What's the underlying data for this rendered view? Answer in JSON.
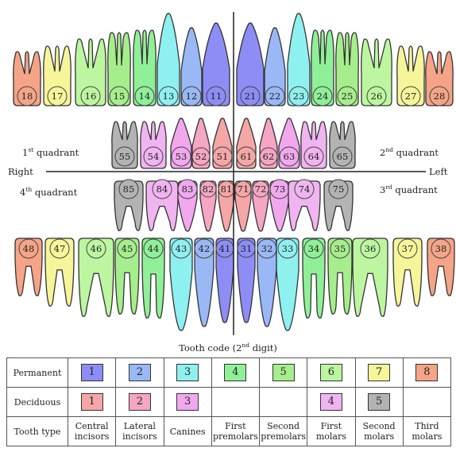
{
  "labels": {
    "right": "Right",
    "left": "Left",
    "q1": "1",
    "q1_sup": "st",
    "q1_tail": " quadrant",
    "q2": "2",
    "q2_sup": "nd",
    "q2_tail": " quadrant",
    "q3": "3",
    "q3_sup": "rd",
    "q3_tail": " quadrant",
    "q4": "4",
    "q4_sup": "th",
    "q4_tail": " quadrant"
  },
  "colors": {
    "central_incisor": "#8d8df5",
    "lateral_incisor": "#99b8f5",
    "canine": "#8ff0f0",
    "first_premolar": "#8ff098",
    "second_premolar": "#a6ee8c",
    "first_molar": "#bdf6a0",
    "second_molar": "#f6f59a",
    "third_molar": "#f5a488",
    "dec_central_incisor": "#f5a6a6",
    "dec_lateral_incisor": "#f5a6c4",
    "dec_canine": "#f2a8ee",
    "dec_first_molar": "#f0b4f0",
    "dec_second_molar": "#b3b3b3"
  },
  "upper_permanent": [
    {
      "code": "18",
      "type": "third_molar"
    },
    {
      "code": "17",
      "type": "second_molar"
    },
    {
      "code": "16",
      "type": "first_molar"
    },
    {
      "code": "15",
      "type": "second_premolar"
    },
    {
      "code": "14",
      "type": "first_premolar"
    },
    {
      "code": "13",
      "type": "canine"
    },
    {
      "code": "12",
      "type": "lateral_incisor"
    },
    {
      "code": "11",
      "type": "central_incisor"
    },
    {
      "code": "21",
      "type": "central_incisor"
    },
    {
      "code": "22",
      "type": "lateral_incisor"
    },
    {
      "code": "23",
      "type": "canine"
    },
    {
      "code": "24",
      "type": "first_premolar"
    },
    {
      "code": "25",
      "type": "second_premolar"
    },
    {
      "code": "26",
      "type": "first_molar"
    },
    {
      "code": "27",
      "type": "second_molar"
    },
    {
      "code": "28",
      "type": "third_molar"
    }
  ],
  "upper_deciduous": [
    {
      "code": "55",
      "type": "dec_second_molar"
    },
    {
      "code": "54",
      "type": "dec_first_molar"
    },
    {
      "code": "53",
      "type": "dec_canine"
    },
    {
      "code": "52",
      "type": "dec_lateral_incisor"
    },
    {
      "code": "51",
      "type": "dec_central_incisor"
    },
    {
      "code": "61",
      "type": "dec_central_incisor"
    },
    {
      "code": "62",
      "type": "dec_lateral_incisor"
    },
    {
      "code": "63",
      "type": "dec_canine"
    },
    {
      "code": "64",
      "type": "dec_first_molar"
    },
    {
      "code": "65",
      "type": "dec_second_molar"
    }
  ],
  "lower_deciduous": [
    {
      "code": "85",
      "type": "dec_second_molar"
    },
    {
      "code": "84",
      "type": "dec_first_molar"
    },
    {
      "code": "83",
      "type": "dec_canine"
    },
    {
      "code": "82",
      "type": "dec_lateral_incisor"
    },
    {
      "code": "81",
      "type": "dec_central_incisor"
    },
    {
      "code": "71",
      "type": "dec_central_incisor"
    },
    {
      "code": "72",
      "type": "dec_lateral_incisor"
    },
    {
      "code": "73",
      "type": "dec_canine"
    },
    {
      "code": "74",
      "type": "dec_first_molar"
    },
    {
      "code": "75",
      "type": "dec_second_molar"
    }
  ],
  "lower_permanent": [
    {
      "code": "48",
      "type": "third_molar"
    },
    {
      "code": "47",
      "type": "second_molar"
    },
    {
      "code": "46",
      "type": "first_molar"
    },
    {
      "code": "45",
      "type": "second_premolar"
    },
    {
      "code": "44",
      "type": "first_premolar"
    },
    {
      "code": "43",
      "type": "canine"
    },
    {
      "code": "42",
      "type": "lateral_incisor"
    },
    {
      "code": "41",
      "type": "central_incisor"
    },
    {
      "code": "31",
      "type": "central_incisor"
    },
    {
      "code": "32",
      "type": "lateral_incisor"
    },
    {
      "code": "33",
      "type": "canine"
    },
    {
      "code": "34",
      "type": "first_premolar"
    },
    {
      "code": "35",
      "type": "second_premolar"
    },
    {
      "code": "36",
      "type": "first_molar"
    },
    {
      "code": "37",
      "type": "second_molar"
    },
    {
      "code": "38",
      "type": "third_molar"
    }
  ],
  "legend": {
    "title": "Tooth code (",
    "title_num": "2",
    "title_sup": "nd",
    "title_tail": " digit)",
    "row_permanent": "Permanent",
    "row_deciduous": "Deciduous",
    "row_type": "Tooth type",
    "permanent_codes": [
      "1",
      "2",
      "3",
      "4",
      "5",
      "6",
      "7",
      "8"
    ],
    "deciduous_codes": [
      "1",
      "2",
      "3",
      "",
      "",
      "4",
      "5",
      ""
    ],
    "types": [
      "Central incisors",
      "Lateral incisors",
      "Canines",
      "First premolars",
      "Second premolars",
      "First molars",
      "Second molars",
      "Third molars"
    ]
  }
}
